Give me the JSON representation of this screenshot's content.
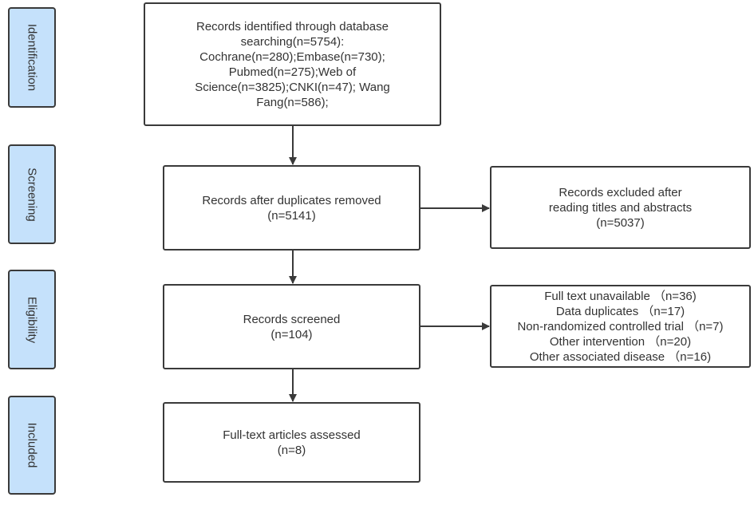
{
  "phases": [
    "Identification",
    "Screening",
    "Eligibility",
    "Included"
  ],
  "boxes": {
    "identified": [
      "Records identified through database",
      "searching(n=5754):",
      "Cochrane(n=280);Embase(n=730);",
      "Pubmed(n=275);Web of",
      "Science(n=3825);CNKI(n=47); Wang",
      "Fang(n=586);"
    ],
    "duplicates_removed": [
      "Records after duplicates removed",
      "(n=5141)"
    ],
    "excluded": [
      "Records excluded after",
      "reading titles and abstracts",
      "(n=5037)"
    ],
    "screened": [
      "Records screened",
      "(n=104)"
    ],
    "reasons": [
      "Full text unavailable （n=36)",
      "Data duplicates （n=17)",
      "Non-randomized controlled trial （n=7)",
      "Other intervention （n=20)",
      "Other associated disease （n=16)"
    ],
    "included": [
      "Full-text articles assessed",
      "(n=8)"
    ]
  },
  "colors": {
    "phase_fill": "#c5e1fb",
    "border": "#3a3a3a",
    "text": "#333333"
  }
}
